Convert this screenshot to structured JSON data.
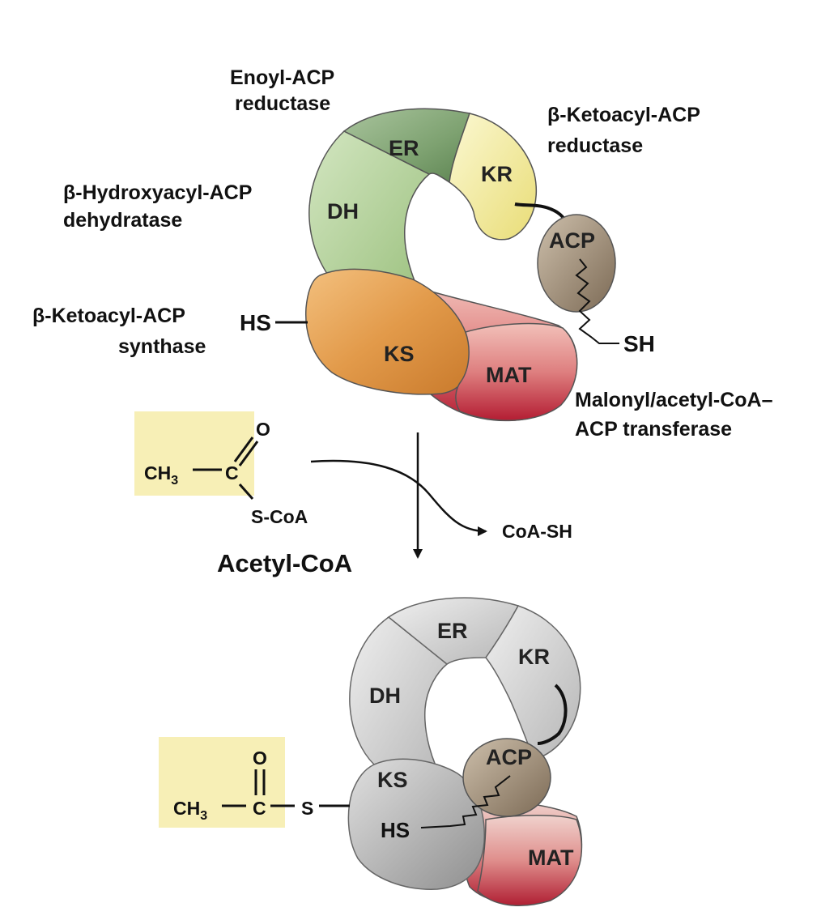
{
  "labels": {
    "enoyl_line1": "Enoyl-ACP",
    "enoyl_line2": "reductase",
    "ketoacyl_red_line1": "β-Ketoacyl-ACP",
    "ketoacyl_red_line2": "reductase",
    "hydroxyacyl_line1": "β-Hydroxyacyl-ACP",
    "hydroxyacyl_line2": "dehydratase",
    "ketoacyl_syn_line1": "β-Ketoacyl-ACP",
    "ketoacyl_syn_line2": "synthase",
    "malonyl_line1": "Malonyl/acetyl-CoA–",
    "malonyl_line2": "ACP transferase"
  },
  "domains": {
    "er": "ER",
    "kr": "KR",
    "dh": "DH",
    "ks": "KS",
    "mat": "MAT",
    "acp": "ACP"
  },
  "groups": {
    "hs": "HS",
    "sh": "SH"
  },
  "reaction": {
    "ch3": "CH",
    "sub3": "3",
    "c": "C",
    "o": "O",
    "s_coa": "S-CoA",
    "s": "S",
    "coa_sh": "CoA-SH",
    "acetyl_coa": "Acetyl-CoA"
  },
  "colors": {
    "er": "#7ea271",
    "kr": "#f2ec9a",
    "dh": "#b7d49c",
    "ks": "#e29a4a",
    "mat": "#c8414b",
    "acp": "#8f7d68",
    "gray": "#c9c9c9",
    "highlight_box": "#f7efb6"
  }
}
